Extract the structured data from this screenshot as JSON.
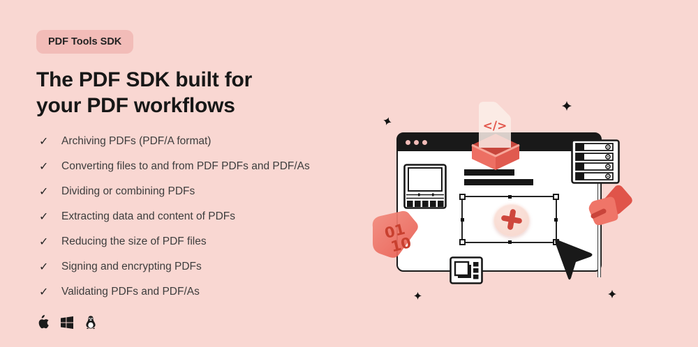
{
  "page": {
    "background": "#F9D7D2"
  },
  "badge": {
    "label": "PDF Tools SDK",
    "bg": "#F2BCB8"
  },
  "heading": {
    "line1": "The PDF SDK built for",
    "line2": "your PDF workflows"
  },
  "features": {
    "check_icon": "✓",
    "items": [
      "Archiving PDFs (PDF/A format)",
      "Converting files to and from PDF PDFs and PDF/As",
      "Dividing or combining PDFs",
      "Extracting data and content of PDFs",
      "Reducing the size of PDF files",
      "Signing and encrypting PDFs",
      "Validating PDFs and PDF/As"
    ]
  },
  "platforms": {
    "items": [
      "macos",
      "windows",
      "linux"
    ]
  },
  "illustration": {
    "code_glyph": "</>",
    "binary_sticker": {
      "line1": "01",
      "line2": "10"
    },
    "colors": {
      "coral": "#EC6A5F",
      "coral_dark": "#DE574C",
      "deep_red": "#C8402F",
      "circle_pink": "#F9DDD5",
      "titlebar_black": "#191919",
      "dot_pink": "#F2BCB8",
      "window_bg": "#FFFFFF"
    }
  }
}
